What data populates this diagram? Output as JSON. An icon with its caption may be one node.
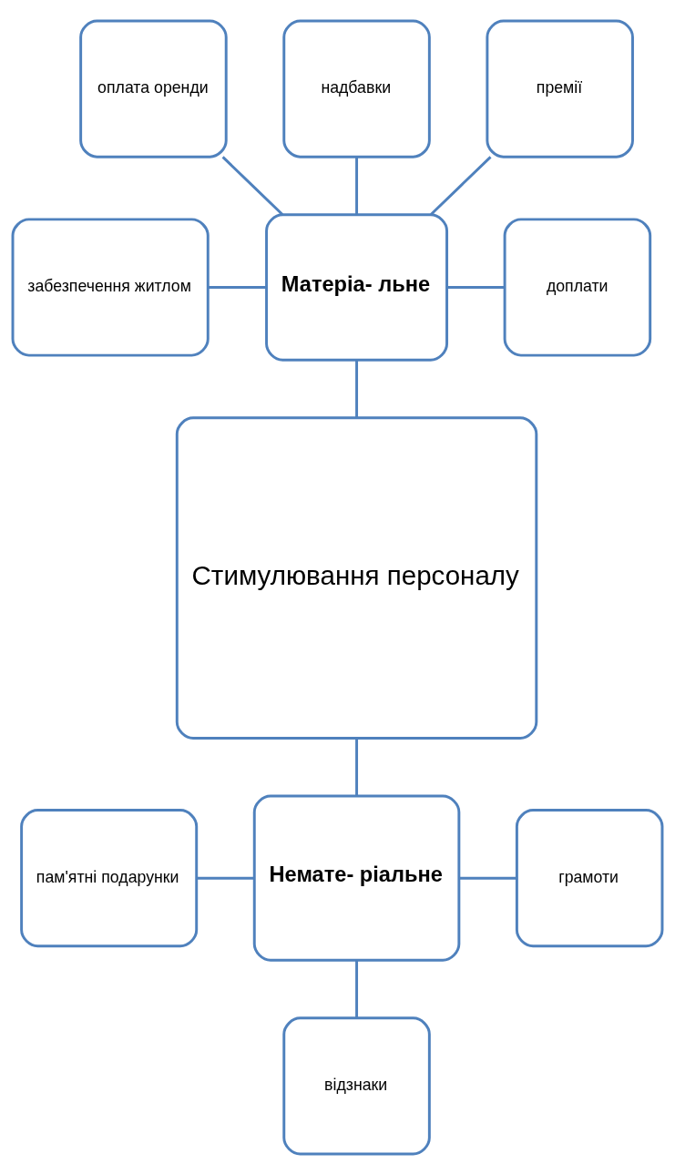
{
  "diagram": {
    "nodes": [
      {
        "text": [
          "оплата оренди"
        ]
      },
      {
        "text": [
          "надбавки"
        ]
      },
      {
        "text": [
          "премії"
        ]
      },
      {
        "text": [
          "забезпечення житлом"
        ]
      },
      {
        "text": [
          "Матеріа- льне"
        ]
      },
      {
        "text": [
          "доплати"
        ]
      },
      {
        "text": [
          "Стимулювання персоналу"
        ]
      },
      {
        "text": [
          "пам'ятні подарунки"
        ]
      },
      {
        "text": [
          "Немате- ріальне"
        ]
      },
      {
        "text": [
          "грамоти"
        ]
      },
      {
        "text": [
          "відзнаки"
        ]
      }
    ],
    "edges": [
      {
        "from": 0,
        "to": 4,
        "arrow": "none"
      },
      {
        "from": 1,
        "to": 4,
        "arrow": "none"
      },
      {
        "from": 2,
        "to": 4,
        "arrow": "none"
      },
      {
        "from": 3,
        "to": 4,
        "arrow": "none"
      },
      {
        "from": 4,
        "to": 5,
        "arrow": "none"
      },
      {
        "from": 4,
        "to": 6,
        "arrow": "none"
      },
      {
        "from": 6,
        "to": 8,
        "arrow": "none"
      },
      {
        "from": 7,
        "to": 8,
        "arrow": "none"
      },
      {
        "from": 8,
        "to": 9,
        "arrow": "none"
      },
      {
        "from": 8,
        "to": 10,
        "arrow": "none"
      }
    ]
  }
}
